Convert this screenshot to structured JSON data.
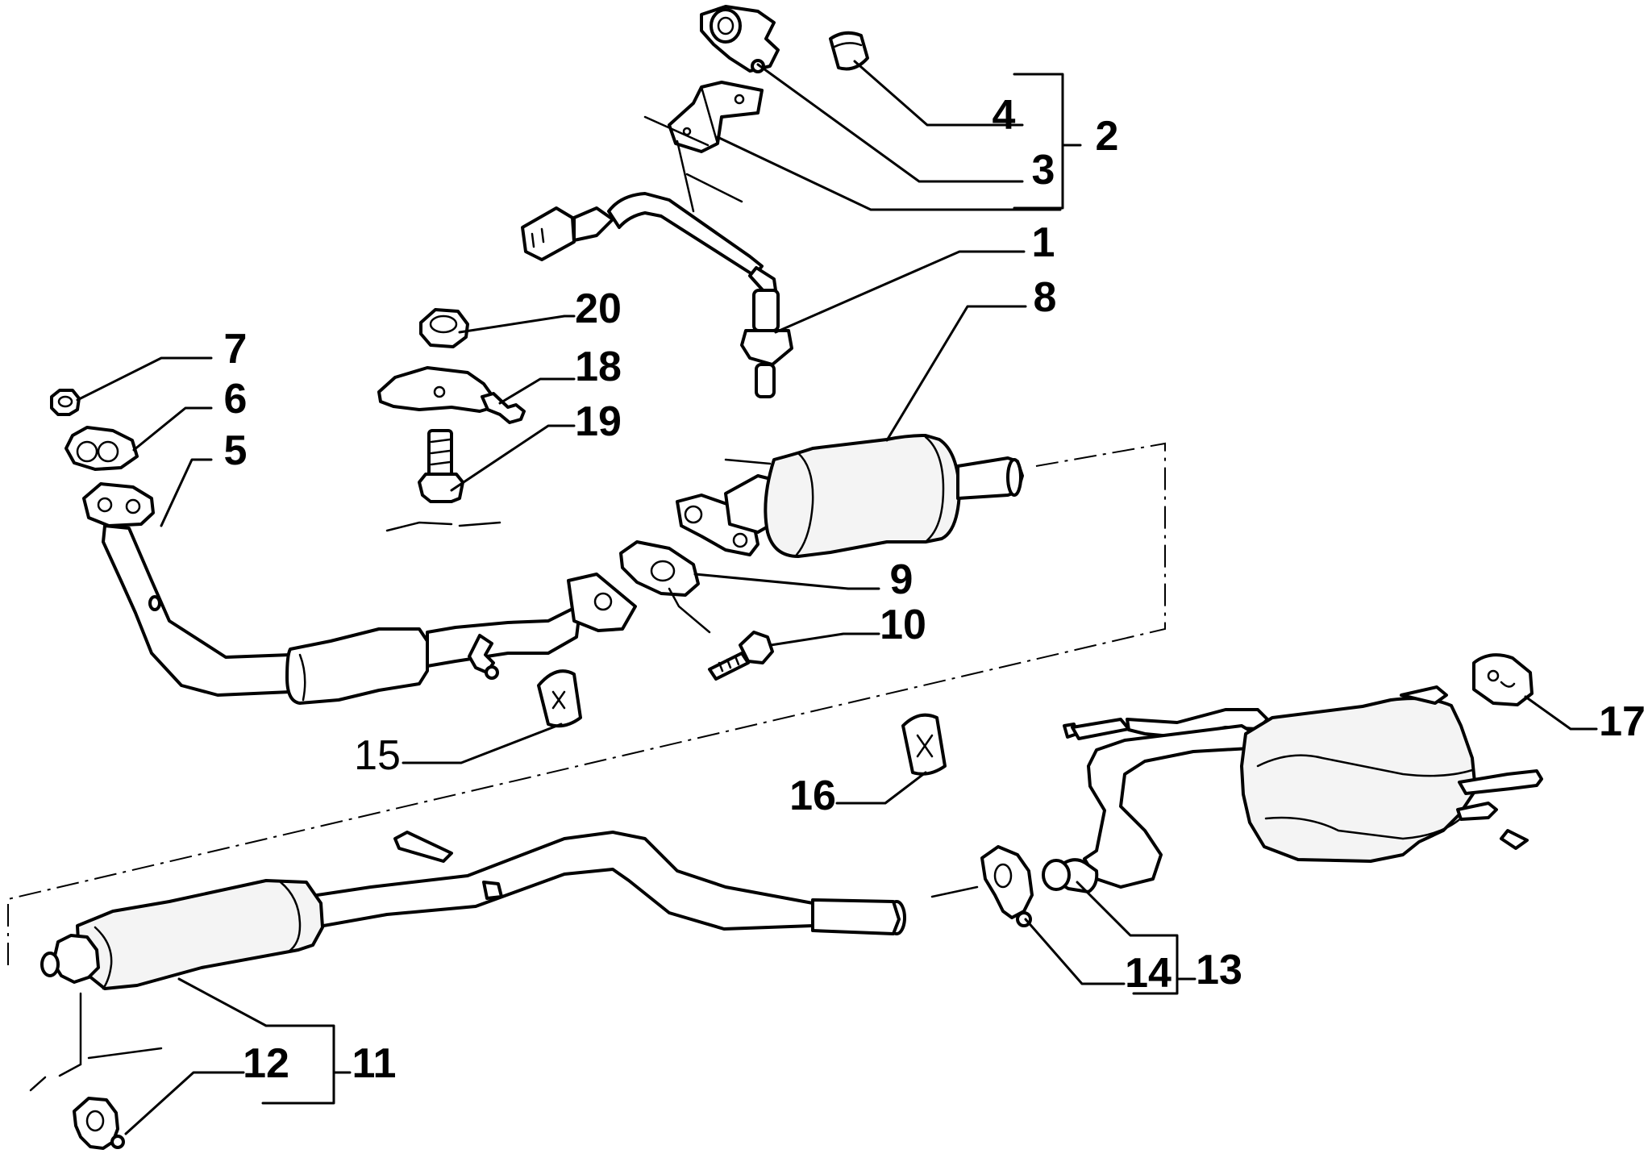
{
  "colors": {
    "line": "#000000",
    "background": "#ffffff"
  },
  "labels": {
    "p1": "1",
    "p2": "2",
    "p3": "3",
    "p4": "4",
    "p5": "5",
    "p6": "6",
    "p7": "7",
    "p8": "8",
    "p9": "9",
    "p10": "10",
    "p11": "11",
    "p12": "12",
    "p13": "13",
    "p14": "14",
    "p15": "15",
    "p16": "16",
    "p17": "17",
    "p18": "18",
    "p19": "19",
    "p20": "20"
  }
}
